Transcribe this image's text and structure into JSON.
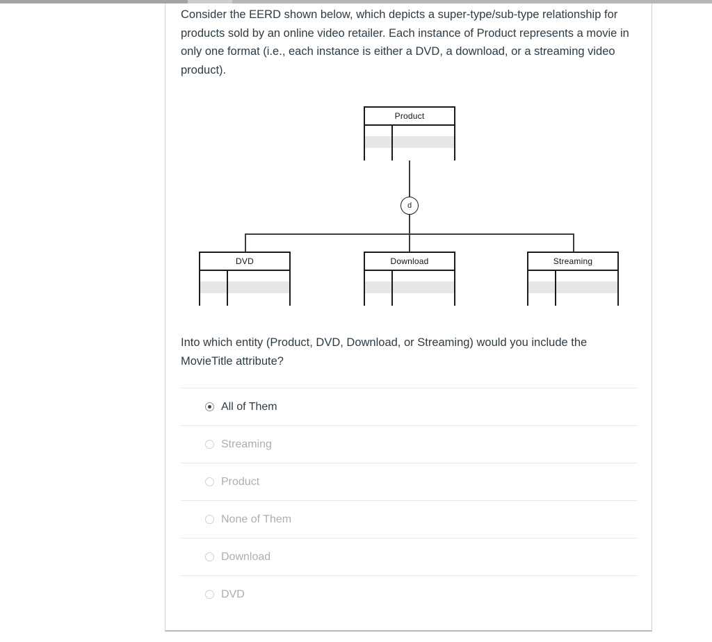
{
  "question": {
    "prompt_paragraph": "Consider the EERD shown below, which depicts a super-type/sub-type relationship for products sold by an online video retailer. Each instance of Product represents a movie in only one format (i.e., each instance is either a DVD, a download, or a streaming video product).",
    "question_text": "Into which entity (Product, DVD, Download, or Streaming) would you include the MovieTitle attribute?",
    "selected_option": "All of Them",
    "options": [
      {
        "label": "All of Them",
        "selected": true
      },
      {
        "label": "Streaming",
        "selected": false
      },
      {
        "label": "Product",
        "selected": false
      },
      {
        "label": "None of Them",
        "selected": false
      },
      {
        "label": "Download",
        "selected": false
      },
      {
        "label": "DVD",
        "selected": false
      }
    ]
  },
  "diagram": {
    "type": "EERD supertype/subtype",
    "supertype": {
      "name": "Product"
    },
    "disjoint_symbol": "d",
    "subtypes": [
      {
        "name": "DVD"
      },
      {
        "name": "Download"
      },
      {
        "name": "Streaming"
      }
    ]
  },
  "colors": {
    "body_text": "#2d3b45",
    "muted_option_text": "#a9afb5",
    "divider": "#e6e8ea",
    "card_border": "#cdd2d6",
    "entity_border": "#1a1a1a",
    "entity_stripe": "#e7e7e7",
    "connector": "#3c3c3c",
    "radio_dot": "#40474e"
  }
}
